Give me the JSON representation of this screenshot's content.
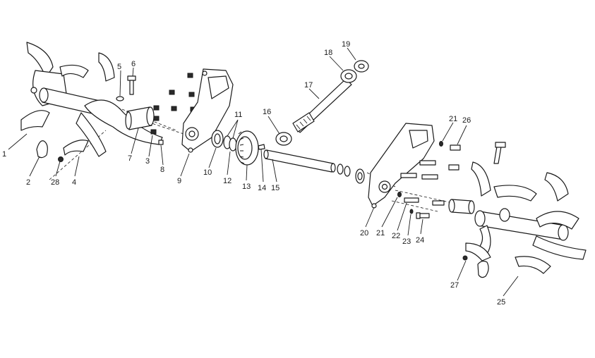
{
  "callouts": {
    "c1": "1",
    "c2": "2",
    "c3": "3",
    "c4": "4",
    "c5": "5",
    "c6": "6",
    "c7": "7",
    "c8": "8",
    "c9": "9",
    "c10": "10",
    "c11": "11",
    "c12": "12",
    "c13": "13",
    "c14": "14",
    "c15": "15",
    "c16": "16",
    "c17": "17",
    "c18": "18",
    "c19": "19",
    "c20": "20",
    "c21a": "21",
    "c21b": "21",
    "c22": "22",
    "c23": "23",
    "c24": "24",
    "c25": "25",
    "c26": "26",
    "c27": "27",
    "c28": "28"
  }
}
